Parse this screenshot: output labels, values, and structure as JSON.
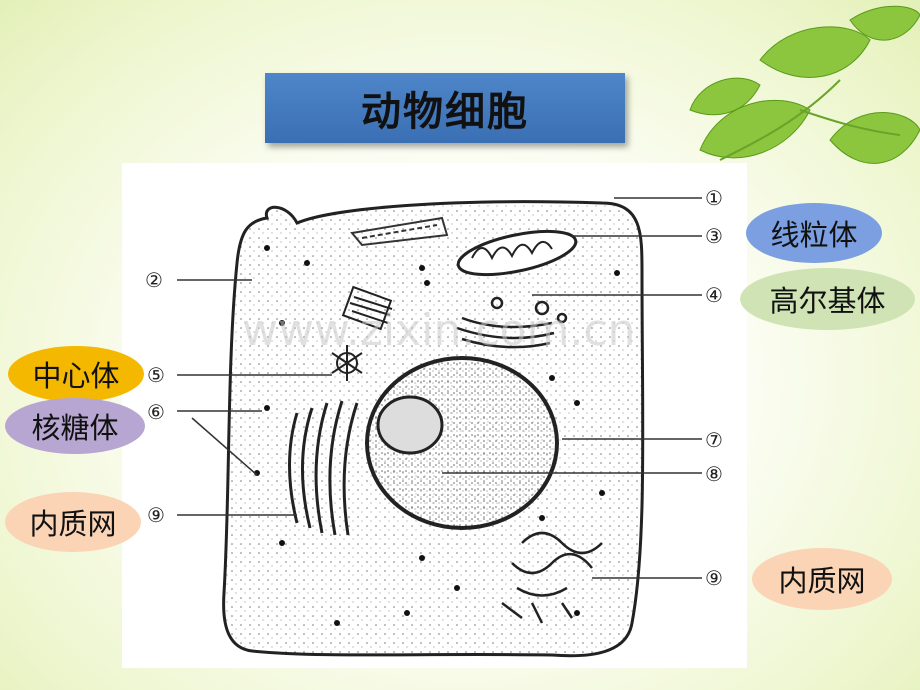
{
  "title": "动物细胞",
  "watermark": "www.zixin.com.cn",
  "numbers": {
    "n1": "①",
    "n2": "②",
    "n3": "③",
    "n4": "④",
    "n5": "⑤",
    "n6": "⑥",
    "n7": "⑦",
    "n8": "⑧",
    "n9a": "⑨",
    "n9b": "⑨"
  },
  "labels": {
    "mitochondria": "线粒体",
    "golgi": "高尔基体",
    "centrosome": "中心体",
    "ribosome": "核糖体",
    "er_left": "内质网",
    "er_right": "内质网"
  },
  "colors": {
    "title_bg": "#4a7fc1",
    "mitochondria_bg": "#7b9fe0",
    "golgi_bg": "#cfe3b5",
    "centrosome_bg": "#f5b800",
    "ribosome_bg": "#b7a6d1",
    "er_bg": "#fbd3b5"
  }
}
